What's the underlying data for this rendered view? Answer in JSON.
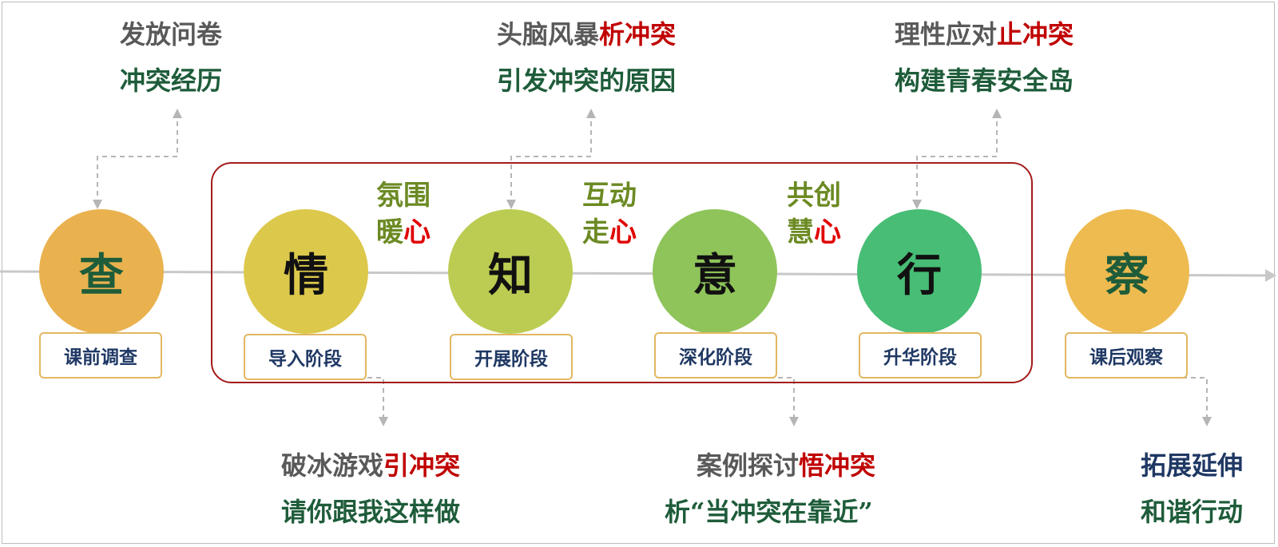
{
  "colors": {
    "cha": "#e9b24f",
    "qing": "#dcc84b",
    "zhi": "#bccc52",
    "yi": "#8fc45a",
    "xing": "#47bd75",
    "chaa": "#eebb50",
    "frame_red": "#a31b1b",
    "green_text": "#1e5c3a",
    "gray_text": "#595959",
    "red_text": "#c00000",
    "navy_text": "#1f3864",
    "olive_text": "#6b8a23"
  },
  "stages": [
    {
      "char": "查",
      "tag": "课前调查"
    },
    {
      "char": "情",
      "tag": "导入阶段"
    },
    {
      "char": "知",
      "tag": "开展阶段"
    },
    {
      "char": "意",
      "tag": "深化阶段"
    },
    {
      "char": "行",
      "tag": "升华阶段"
    },
    {
      "char": "察",
      "tag": "课后观察"
    }
  ],
  "between": [
    {
      "line1": "氛围",
      "line2_a": "暖",
      "line2_b": "心"
    },
    {
      "line1": "互动",
      "line2_a": "走",
      "line2_b": "心"
    },
    {
      "line1": "共创",
      "line2_a": "慧",
      "line2_b": "心"
    }
  ],
  "notes_top": [
    {
      "line1_a": "发放问卷",
      "line1_b": "",
      "line2": "冲突经历"
    },
    {
      "line1_a": "头脑风暴",
      "line1_b": "析冲突",
      "line2": "引发冲突的原因"
    },
    {
      "line1_a": "理性应对",
      "line1_b": "止冲突",
      "line2": "构建青春安全岛"
    }
  ],
  "notes_bottom": [
    {
      "line1_a": "破冰游戏",
      "line1_b": "引冲突",
      "line2": "请你跟我这样做"
    },
    {
      "line1_a": "案例探讨",
      "line1_b": "悟冲突",
      "line2": "析“当冲突在靠近”"
    },
    {
      "line1": "拓展延伸",
      "line2": "和谐行动"
    }
  ]
}
